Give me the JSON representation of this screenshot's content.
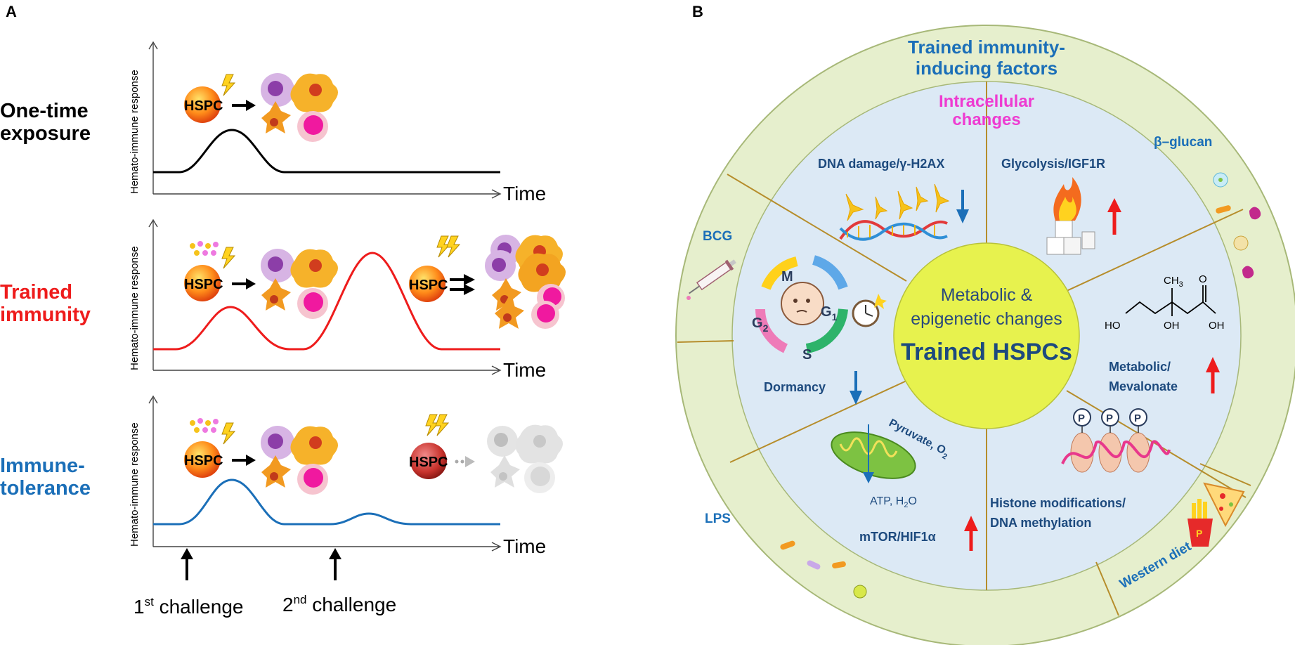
{
  "panel_a": {
    "label": "A",
    "y_axis_label": "Hemato-immune response",
    "x_axis_label": "Time",
    "cell_label": "HSPC",
    "rows": [
      {
        "title_line1": "One-time",
        "title_line2": "exposure",
        "color": "#000000"
      },
      {
        "title_line1": "Trained",
        "title_line2": "immunity",
        "color": "#ee1c1c"
      },
      {
        "title_line1": "Immune-",
        "title_line2": "tolerance",
        "color": "#1b6fb8"
      }
    ],
    "challenges": [
      {
        "base": "1",
        "sup": "st",
        "text": " challenge"
      },
      {
        "base": "2",
        "sup": "nd",
        "text": " challenge"
      }
    ]
  },
  "panel_b": {
    "label": "B",
    "outer_title_line1": "Trained immunity-",
    "outer_title_line2": "inducing factors",
    "inner_title_line1": "Intracellular",
    "inner_title_line2": "changes",
    "center_line1": "Metabolic &",
    "center_line2": "epigenetic changes",
    "center_title": "Trained HSPCs",
    "factors": {
      "beta_glucan": "β–glucan",
      "bcg": "BCG",
      "lps": "LPS",
      "western_diet": "Western diet"
    },
    "segments": {
      "dna_damage": "DNA damage/γ-H2AX",
      "glycolysis": "Glycolysis/IGF1R",
      "metabolic_line1": "Metabolic/",
      "metabolic_line2": "Mevalonate",
      "histone_line1": "Histone modifications/",
      "histone_line2": "DNA methylation",
      "mtor": "mTOR/HIF1α",
      "dormancy": "Dormancy",
      "pyruvate": "Pyruvate, O",
      "pyruvate_sub": "2",
      "atp": "ATP, H",
      "atp_sub": "2",
      "atp_end": "O"
    },
    "cell_cycle": {
      "m": "M",
      "g1": "G",
      "g1_sub": "1",
      "s": "S",
      "g2": "G",
      "g2_sub": "2"
    },
    "mevalonate": {
      "ch3": "CH",
      "ch3_sub": "3",
      "o": "O",
      "ho": "HO",
      "oh1": "OH",
      "oh2": "OH"
    },
    "phospho": "P",
    "fries_letter": "P"
  }
}
